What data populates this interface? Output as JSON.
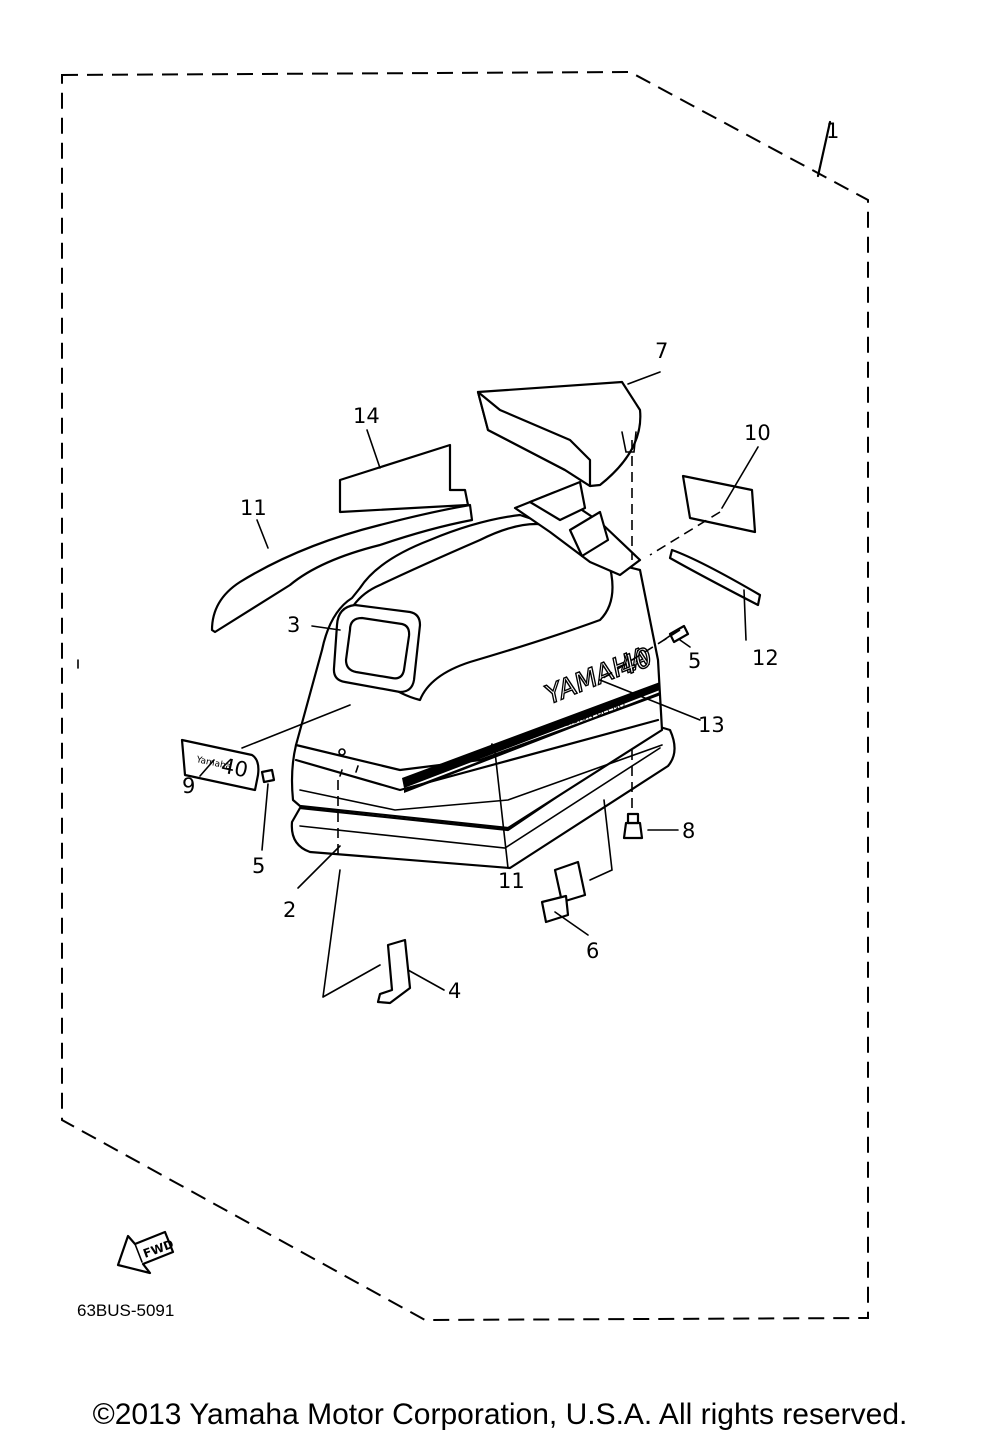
{
  "diagram": {
    "callouts": [
      "1",
      "2",
      "3",
      "4",
      "5",
      "5",
      "6",
      "7",
      "8",
      "9",
      "10",
      "11",
      "11",
      "12",
      "13",
      "14"
    ],
    "brand_text": "YAMAHA",
    "model_number": "40",
    "stripe_text": "PRECISION BLEND",
    "decal_9_text": "40",
    "direction_label": "FWD",
    "drawing_code": "63BUS-5091"
  },
  "footer": {
    "copyright": "©2013 Yamaha Motor Corporation, U.S.A. All rights reserved."
  }
}
